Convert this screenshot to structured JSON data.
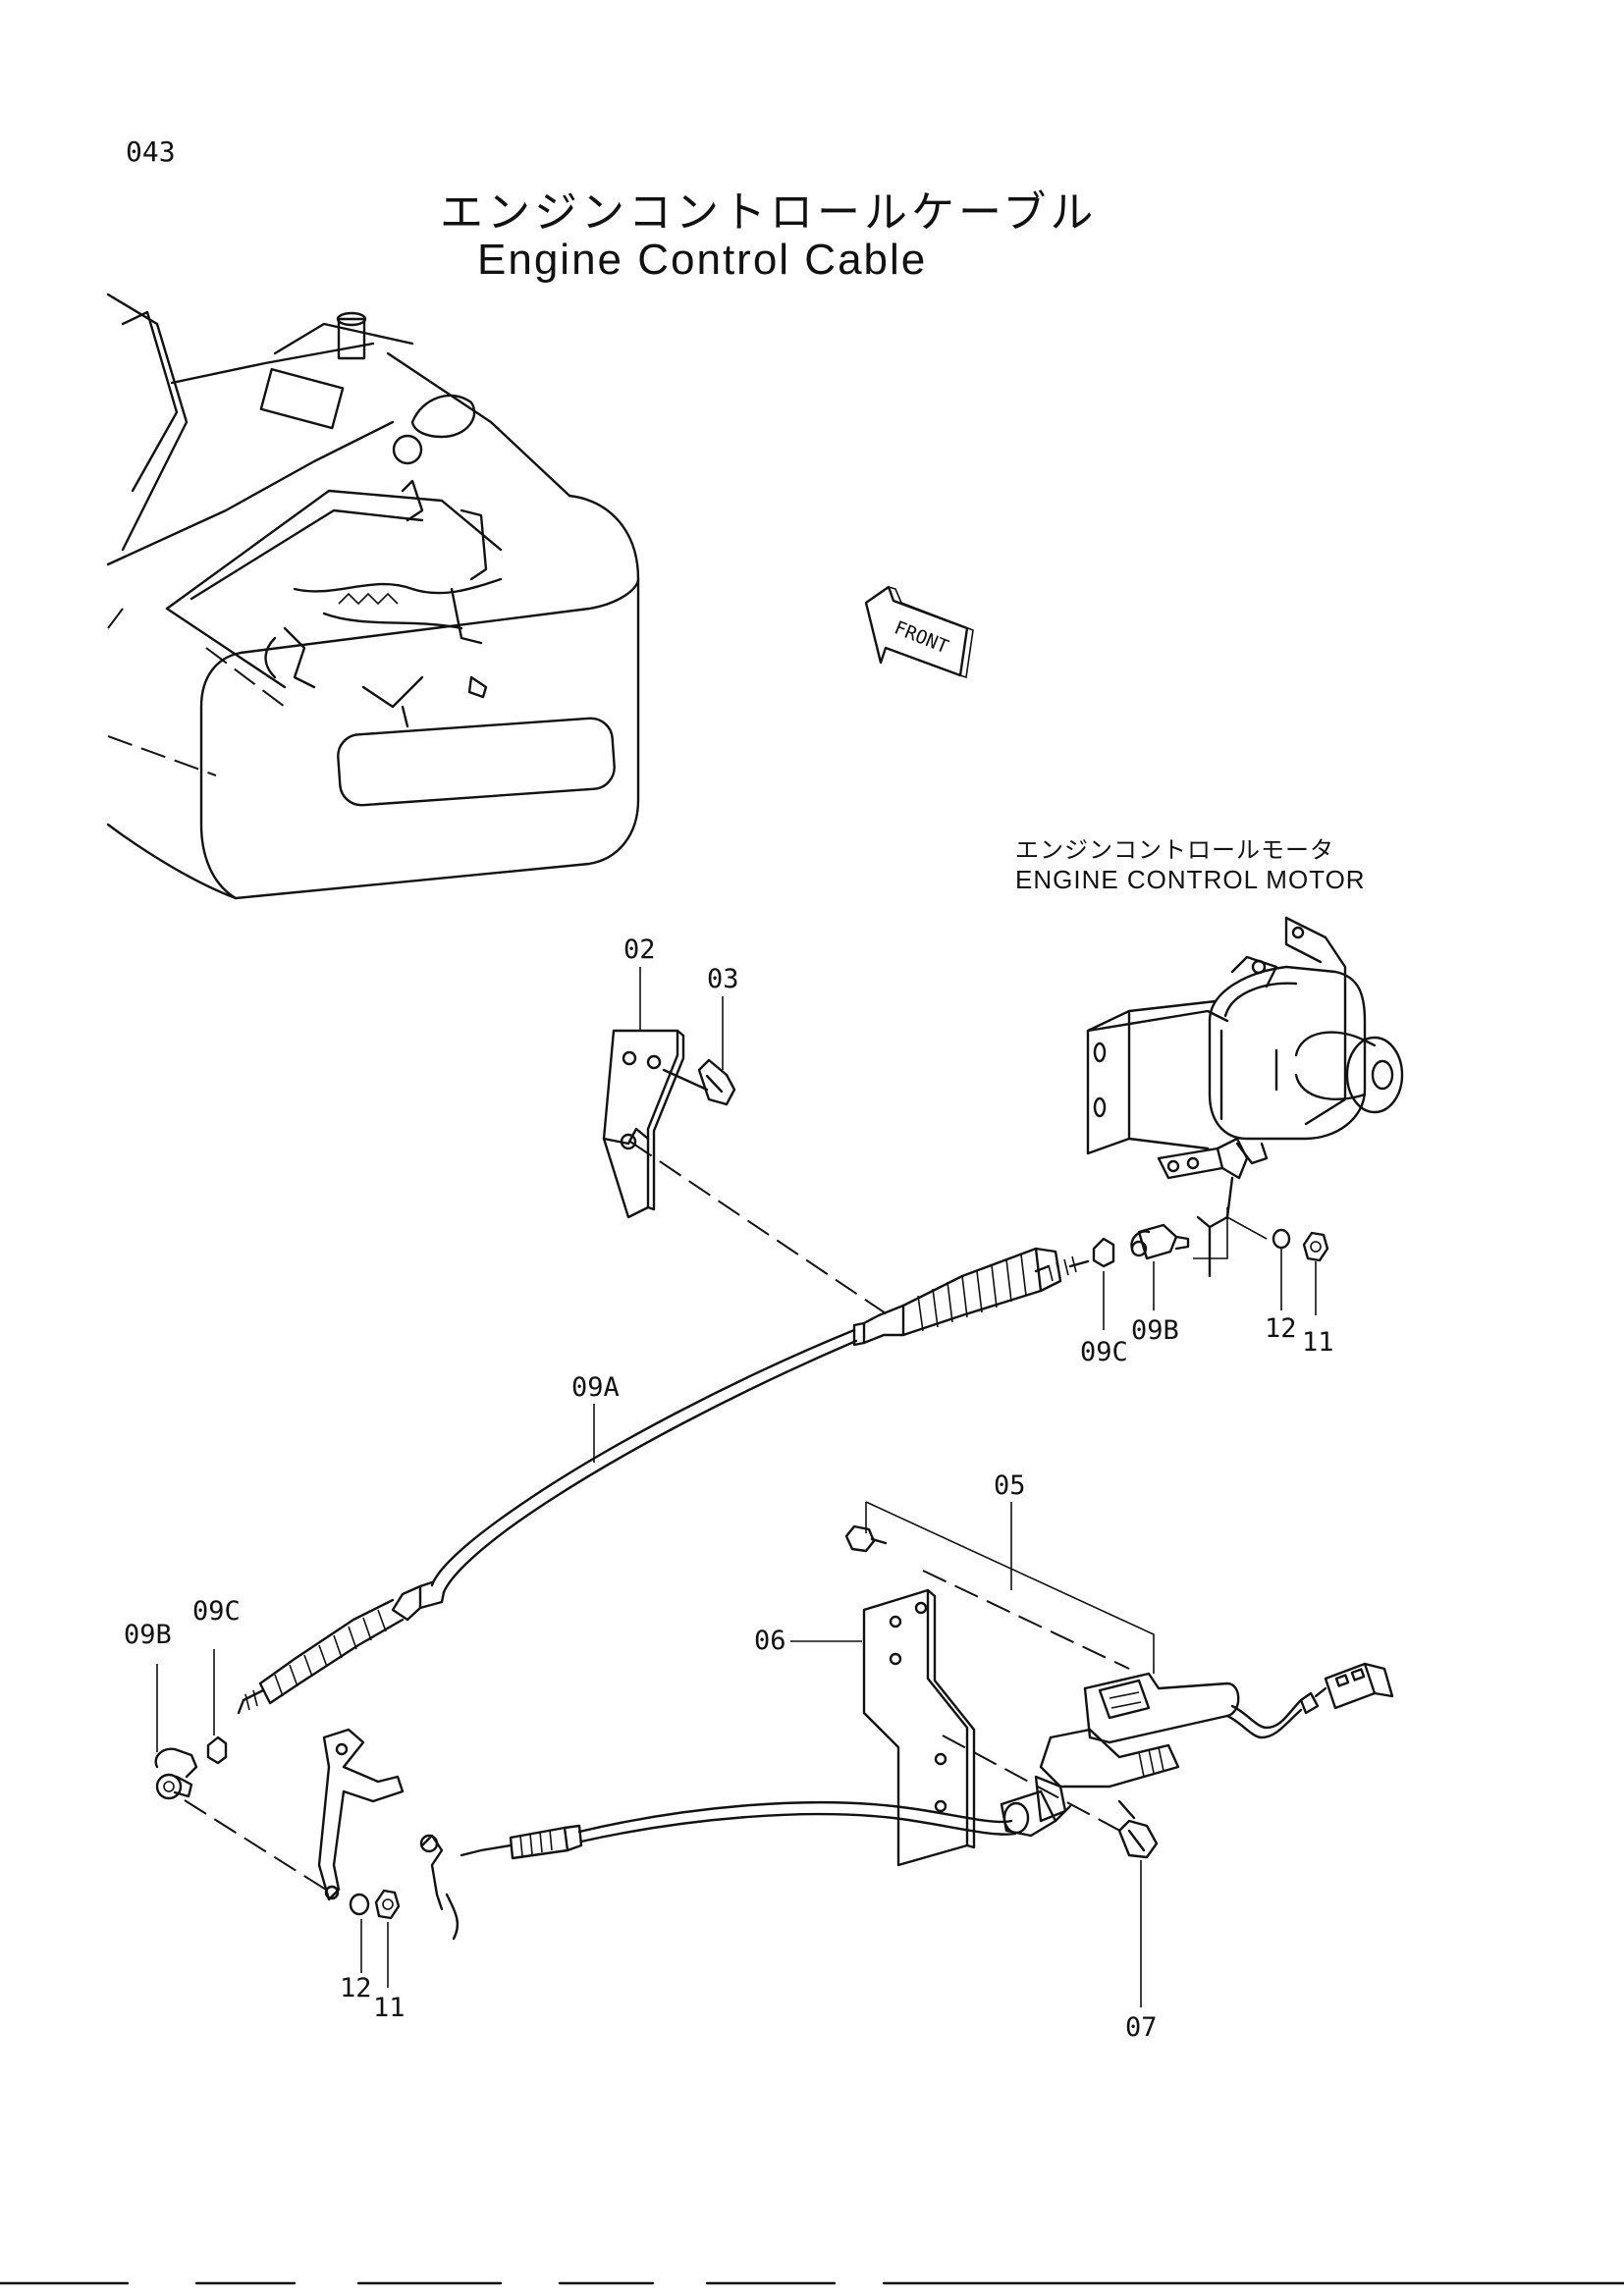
{
  "page_number": "043",
  "title_japanese": "エンジンコントロールケーブル",
  "title_english": "Engine Control Cable",
  "front_label": "FRONT",
  "motor_label_japanese": "エンジンコントロールモータ",
  "motor_label_english": "ENGINE CONTROL MOTOR",
  "callouts": {
    "c02": "02",
    "c03": "03",
    "c09b_right": "09B",
    "c09c_right": "09C",
    "c12_right": "12",
    "c11_right": "11",
    "c09a": "09A",
    "c05": "05",
    "c06": "06",
    "c09b_left": "09B",
    "c09c_left": "09C",
    "c12_left": "12",
    "c11_left": "11",
    "c07": "07"
  }
}
